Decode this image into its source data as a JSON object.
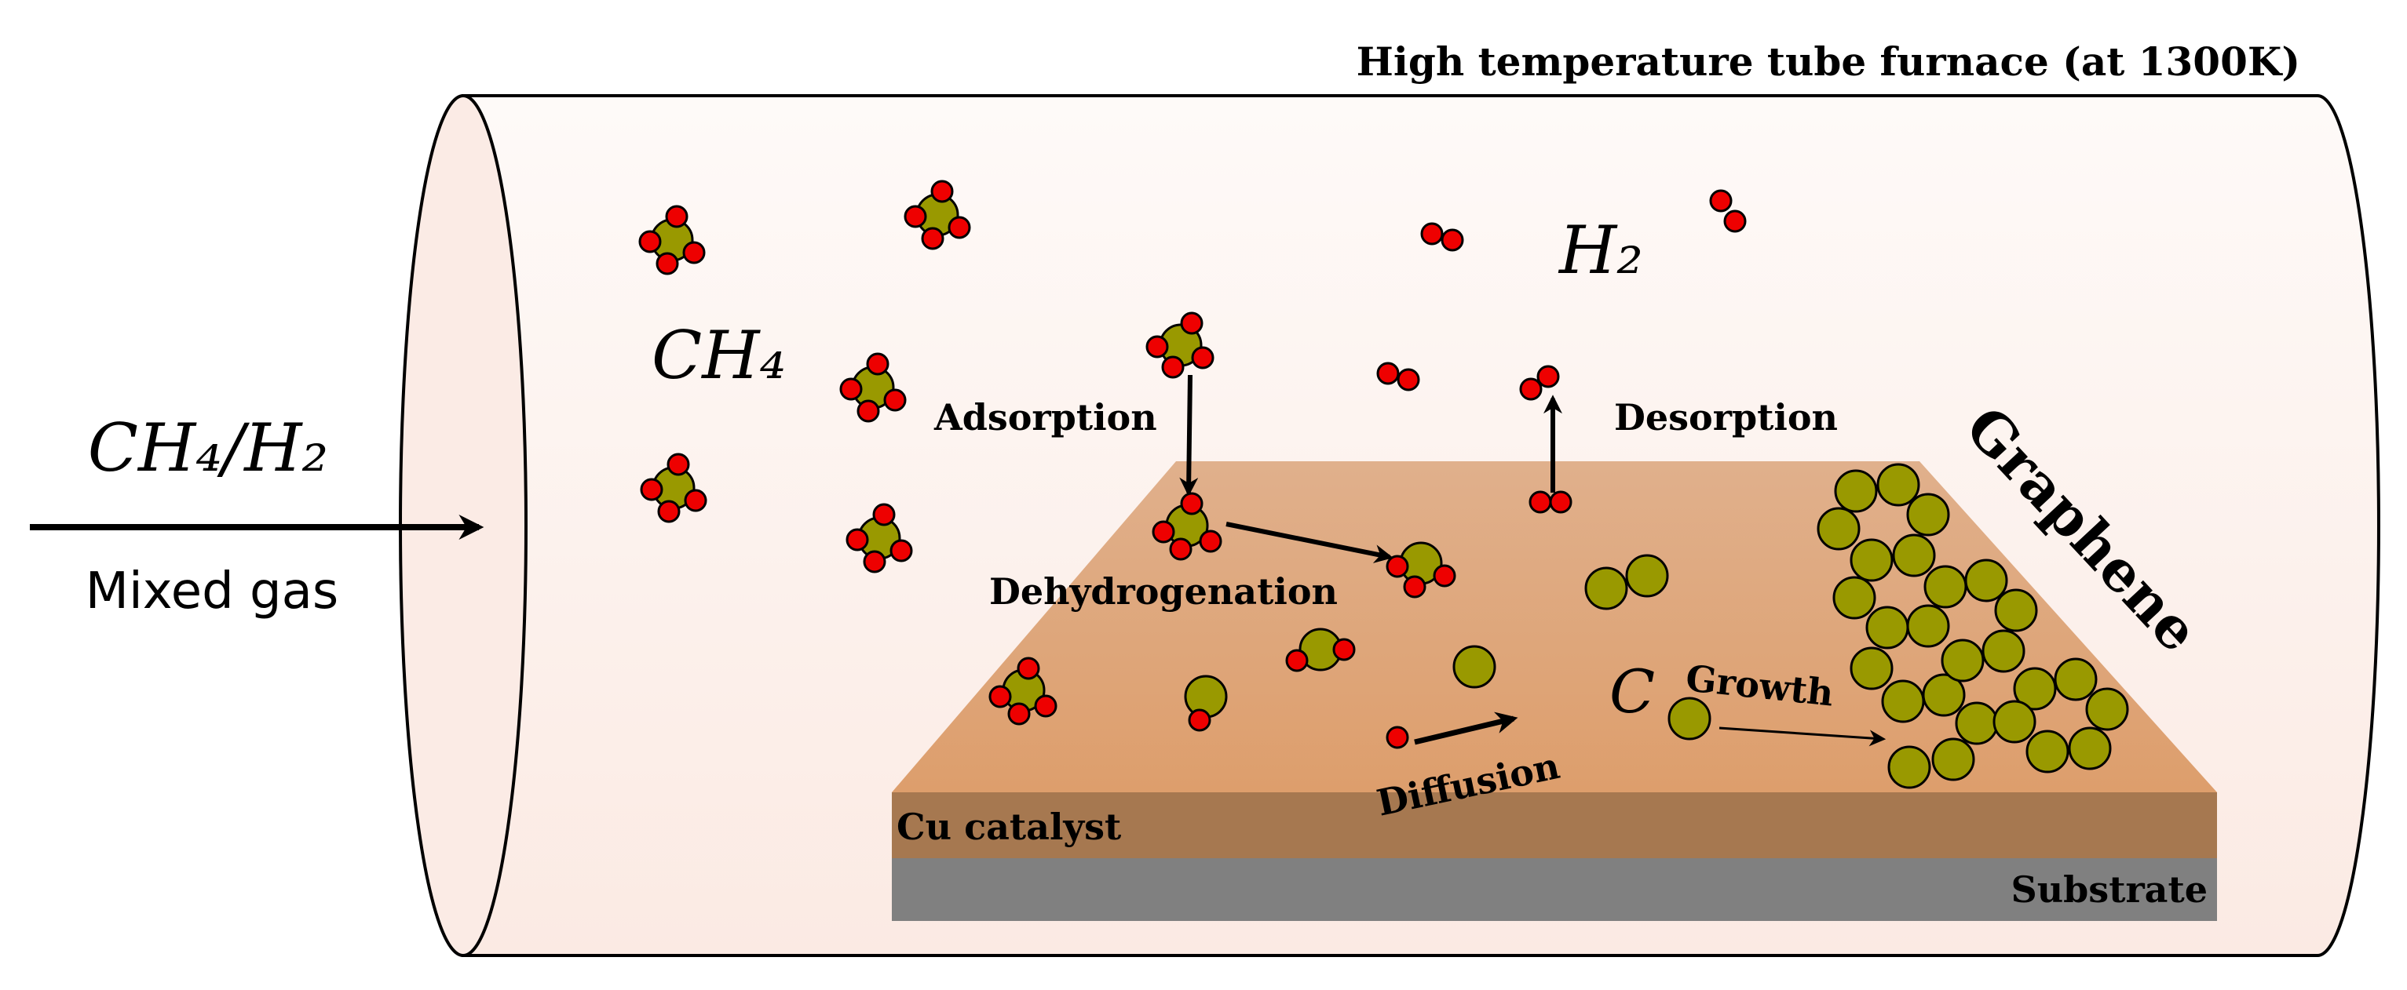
{
  "title": "High temperature tube furnace (at 1300K)",
  "inlet": {
    "gas_formula": "CH₄/H₂",
    "gas_label": "Mixed gas"
  },
  "species": {
    "methane": "CH₄",
    "hydrogen": "H₂",
    "carbon": "C"
  },
  "steps": {
    "adsorption": "Adsorption",
    "desorption": "Desorption",
    "dehydrogenation": "Dehydrogenation",
    "diffusion": "Diffusion",
    "growth": "Growth"
  },
  "layers": {
    "catalyst": "Cu catalyst",
    "substrate": "Substrate",
    "product": "Graphene"
  },
  "colors": {
    "carbon_atom": "#999900",
    "hydrogen_atom": "#ee0000",
    "catalyst_top": "#dea07a",
    "catalyst_side": "#a67850",
    "substrate": "#808080",
    "tube_fill": "#fcefe9"
  }
}
